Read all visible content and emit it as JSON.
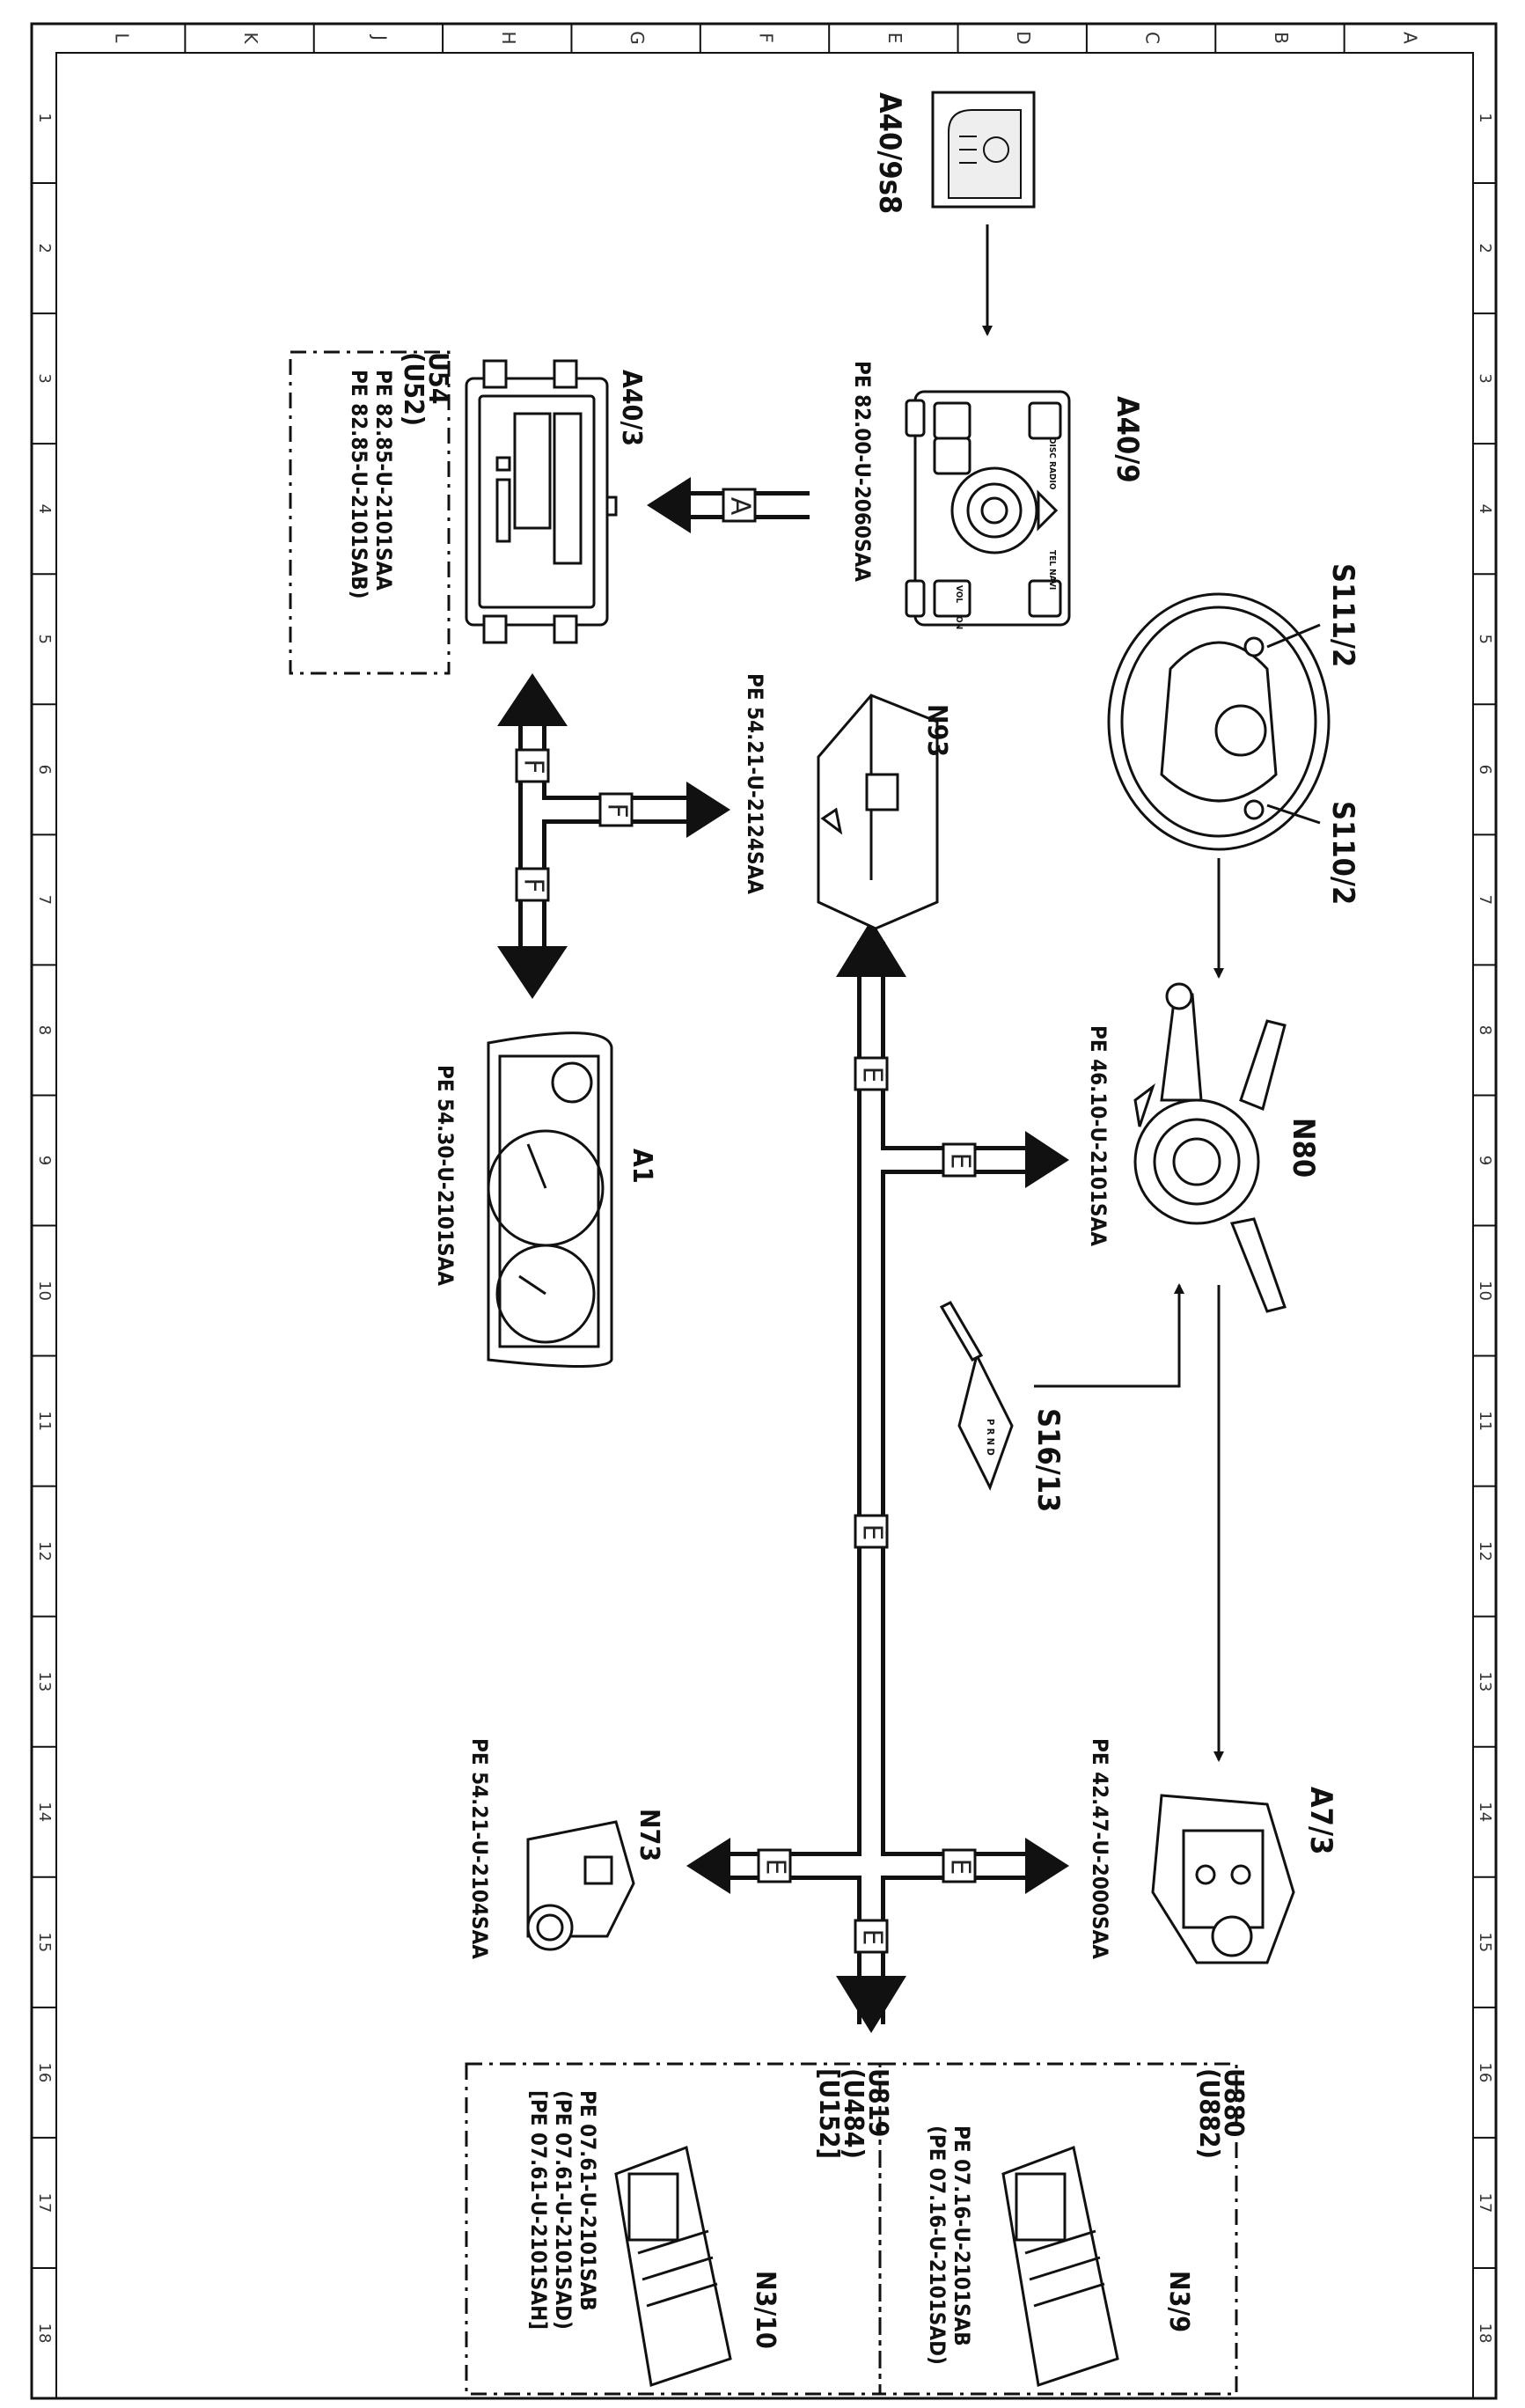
{
  "border": {
    "letters": [
      "L",
      "K",
      "J",
      "H",
      "G",
      "F",
      "E",
      "D",
      "C",
      "B",
      "A"
    ],
    "numbers": [
      "1",
      "2",
      "3",
      "4",
      "5",
      "6",
      "7",
      "8",
      "9",
      "10",
      "11",
      "12",
      "13",
      "14",
      "15",
      "16",
      "17",
      "18"
    ]
  },
  "components": {
    "a40_9s8": {
      "label": "A40/9s8"
    },
    "a40_9": {
      "label": "A40/9",
      "ref": "PE 82.00-U-2060SAA",
      "buttons": [
        "DISC RADIO",
        "TEL NAVI",
        "VOL",
        "ON"
      ]
    },
    "a40_3": {
      "label": "A40/3"
    },
    "u54_box": {
      "codes": [
        "U54",
        "(U52)"
      ],
      "refs": [
        "PE 82.85-U-2101SAA",
        "PE 82.85-U-2101SAB)"
      ]
    },
    "s111_2": {
      "label": "S111/2"
    },
    "s110_2": {
      "label": "S110/2"
    },
    "n93": {
      "label": "N93",
      "ref": "PE 54.21-U-2124SAA"
    },
    "n80": {
      "label": "N80",
      "ref": "PE 46.10-U-2101SAA"
    },
    "a1": {
      "label": "A1",
      "ref": "PE 54.30-U-2101SAA"
    },
    "s16_13": {
      "label": "S16/13",
      "gears": "P R N D"
    },
    "a7_3": {
      "label": "A7/3",
      "ref": "PE 42.47-U-2000SAA"
    },
    "n73": {
      "label": "N73",
      "ref": "PE 54.21-U-2104SAA"
    },
    "n3_9": {
      "label": "N3/9",
      "codes": [
        "U880",
        "(U882)"
      ],
      "refs": [
        "PE 07.16-U-2101SAB",
        "(PE 07.16-U-2101SAD)"
      ]
    },
    "n3_10": {
      "label": "N3/10",
      "codes": [
        "U819",
        "(U484)",
        "[U152]"
      ],
      "refs": [
        "PE 07.61-U-2101SAB",
        "(PE 07.61-U-2101SAD)",
        "[PE 07.61-U-2101SAH]"
      ]
    }
  },
  "buses": {
    "a": "A",
    "e": "E",
    "f": "F"
  }
}
